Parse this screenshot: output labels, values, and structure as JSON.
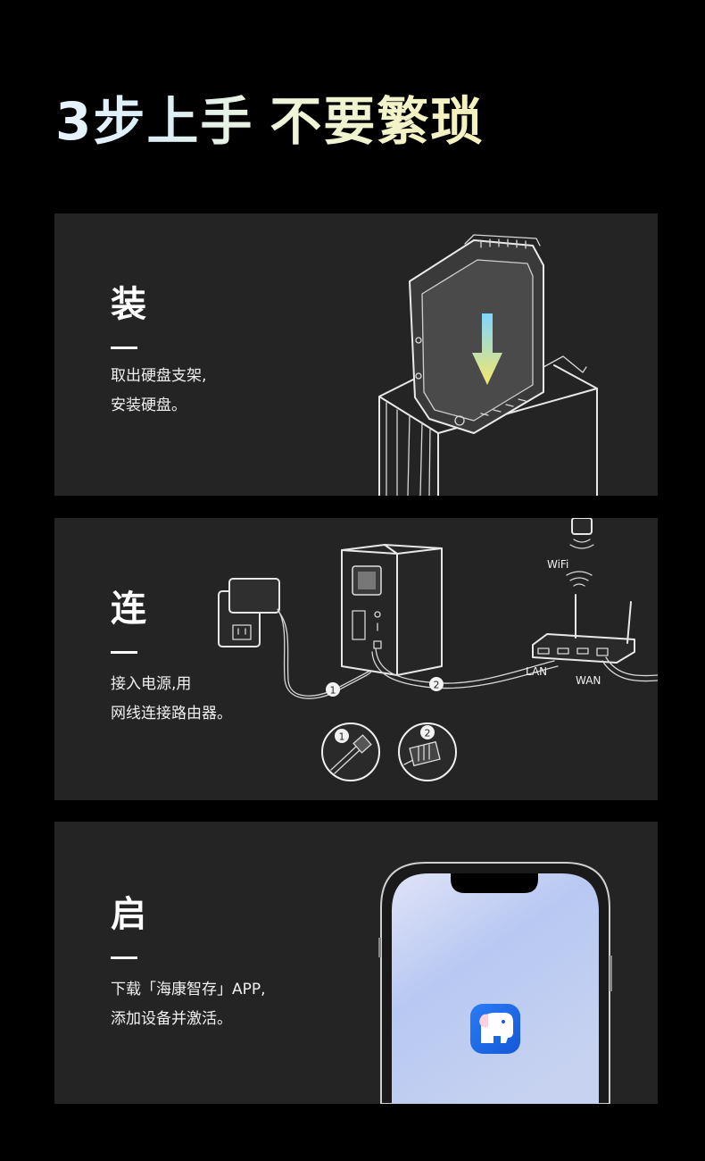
{
  "headline": {
    "part1": "3步上手",
    "part2": "不要繁琐"
  },
  "steps": [
    {
      "title": "装",
      "lines": [
        "取出硬盘支架,",
        "安装硬盘。"
      ]
    },
    {
      "title": "连",
      "lines": [
        "接入电源,用",
        "网线连接路由器。"
      ]
    },
    {
      "title": "启",
      "lines": [
        "下载「海康智存」APP,",
        "添加设备并激活。"
      ]
    }
  ],
  "diagram": {
    "wifi_label": "WiFi",
    "lan_label": "LAN",
    "wan_label": "WAN",
    "marker_1": "1",
    "marker_2": "2"
  },
  "colors": {
    "background": "#000000",
    "card": "#242424",
    "arrow_top": "#7fd6ff",
    "arrow_bottom": "#f5e86a",
    "app_icon": "#1c6df2"
  },
  "icons": [
    "hard-drive-icon",
    "down-arrow-icon",
    "nas-device-icon",
    "power-outlet-icon",
    "router-icon",
    "wifi-icon",
    "phone-icon",
    "elephant-app-icon",
    "power-plug-icon",
    "ethernet-plug-icon"
  ]
}
